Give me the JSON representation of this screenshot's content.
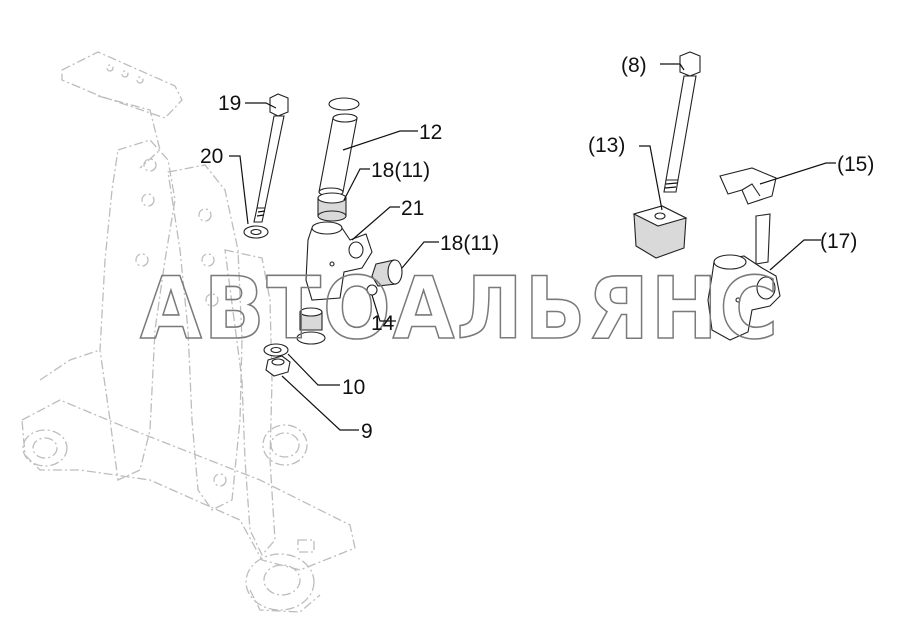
{
  "watermark": "АВТОАЛЬЯНС",
  "callouts": {
    "c8": "(8)",
    "c13": "(13)",
    "c15": "(15)",
    "c17": "(17)",
    "c19": "19",
    "c20": "20",
    "c12": "12",
    "c18a": "18(11)",
    "c21": "21",
    "c18b": "18(11)",
    "c14": "14",
    "c10": "10",
    "c9": "9"
  }
}
